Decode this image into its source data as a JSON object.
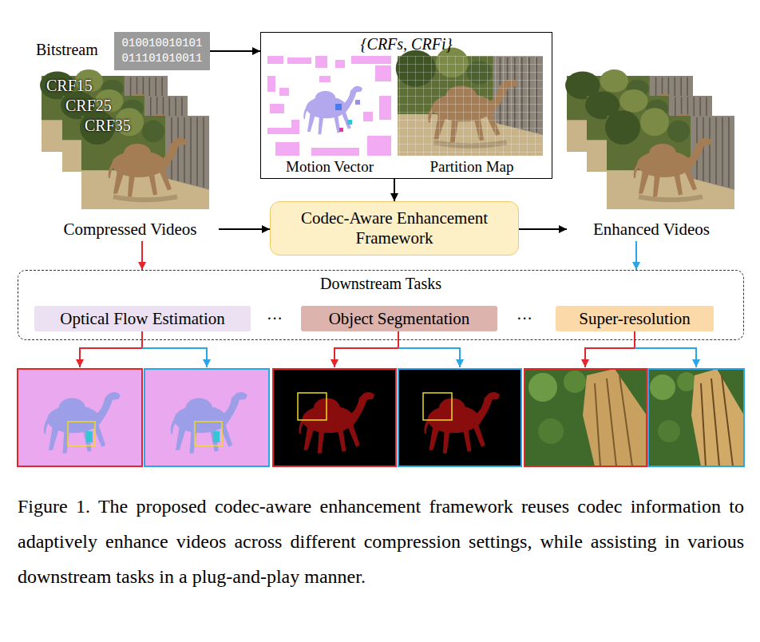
{
  "diagram": {
    "caption": "Figure 1. The proposed codec-aware enhancement framework reuses codec information to adaptively enhance videos across different compression settings, while assisting in various downstream tasks in a plug-and-play manner.",
    "nodes": [
      {
        "text": [
          "Bitstream",
          "010010010101 011101010011"
        ]
      },
      {
        "text": [
          "CRF15",
          "CRF25",
          "CRF35",
          "Compressed Videos"
        ]
      },
      {
        "text": [
          "{CRFs, CRFi}",
          "Motion Vector",
          "Partition Map"
        ]
      },
      {
        "text": [
          "Codec-Aware Enhancement Framework"
        ]
      },
      {
        "text": [
          "Enhanced Videos"
        ]
      },
      {
        "text": [
          "Downstream Tasks"
        ]
      },
      {
        "text": [
          "Optical Flow Estimation"
        ],
        "in": 5
      },
      {
        "text": [
          "Object Segmentation"
        ],
        "in": 5
      },
      {
        "text": [
          "Super-resolution"
        ],
        "in": 5
      }
    ],
    "edges": [
      {
        "from": 0,
        "to": 2,
        "arrow": "to"
      },
      {
        "from": 2,
        "to": 3,
        "arrow": "to"
      },
      {
        "from": 1,
        "to": 3,
        "arrow": "to"
      },
      {
        "from": 3,
        "to": 4,
        "arrow": "to"
      },
      {
        "from": 1,
        "to": 5,
        "arrow": "to"
      },
      {
        "from": 4,
        "to": 5,
        "arrow": "to"
      }
    ],
    "labels": [
      "···",
      "···"
    ]
  }
}
